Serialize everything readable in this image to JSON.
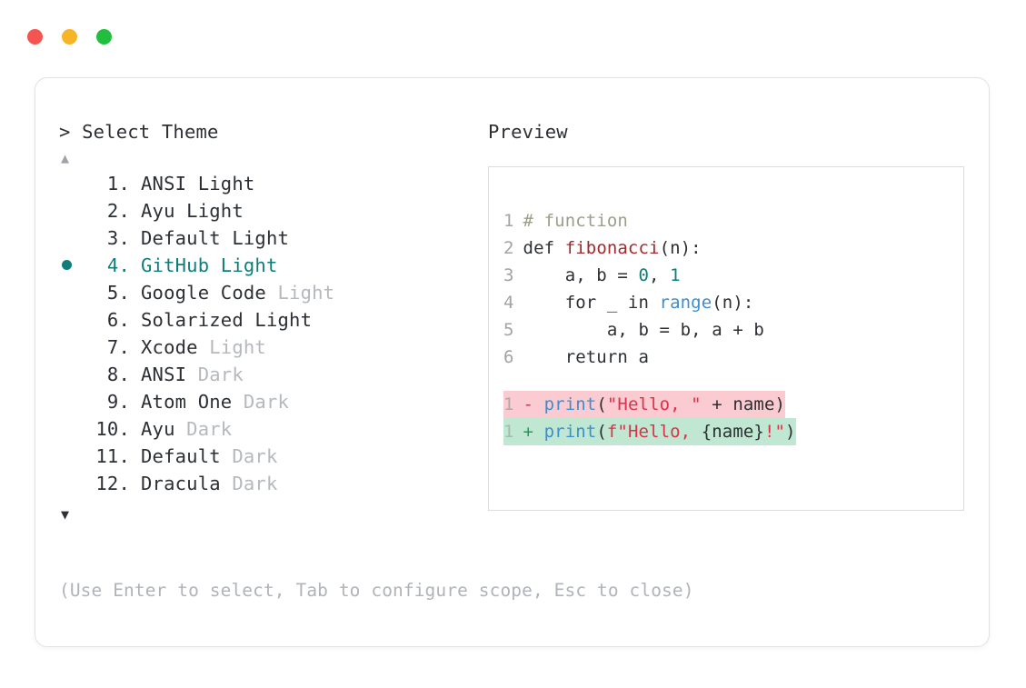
{
  "window": {
    "dots": [
      {
        "name": "close-dot",
        "color": "#f4554f"
      },
      {
        "name": "minimize-dot",
        "color": "#f6b527"
      },
      {
        "name": "maximize-dot",
        "color": "#22bf3f"
      }
    ]
  },
  "left": {
    "prompt": "> Select Theme",
    "scroll_up_glyph": "▲",
    "scroll_down_glyph": "▼",
    "selected_index": 4,
    "accent_color": "#0f7d7a",
    "muted_color": "#b5b8bd",
    "items": [
      {
        "number": " 1.",
        "name": "ANSI Light",
        "suffix": "",
        "suffix_inline": true,
        "selected": false
      },
      {
        "number": " 2.",
        "name": "Ayu Light",
        "suffix": "",
        "suffix_inline": true,
        "selected": false
      },
      {
        "number": " 3.",
        "name": "Default Light",
        "suffix": "",
        "suffix_inline": true,
        "selected": false
      },
      {
        "number": " 4.",
        "name": "GitHub Light",
        "suffix": "",
        "suffix_inline": true,
        "selected": true
      },
      {
        "number": " 5.",
        "name": "Google Code",
        "suffix": "Light",
        "suffix_inline": false,
        "selected": false
      },
      {
        "number": " 6.",
        "name": "Solarized Light",
        "suffix": "",
        "suffix_inline": true,
        "selected": false
      },
      {
        "number": " 7.",
        "name": "Xcode",
        "suffix": "Light",
        "suffix_inline": false,
        "selected": false
      },
      {
        "number": " 8.",
        "name": "ANSI",
        "suffix": "Dark",
        "suffix_inline": false,
        "selected": false
      },
      {
        "number": " 9.",
        "name": "Atom One",
        "suffix": "Dark",
        "suffix_inline": false,
        "selected": false
      },
      {
        "number": "10.",
        "name": "Ayu",
        "suffix": "Dark",
        "suffix_inline": false,
        "selected": false
      },
      {
        "number": "11.",
        "name": "Default",
        "suffix": "Dark",
        "suffix_inline": false,
        "selected": false
      },
      {
        "number": "12.",
        "name": "Dracula",
        "suffix": "Dark",
        "suffix_inline": false,
        "selected": false
      }
    ]
  },
  "hint": "(Use Enter to select, Tab to configure scope, Esc to close)",
  "right": {
    "label": "Preview",
    "code_lines": [
      {
        "ln": "1",
        "tokens": [
          {
            "t": " # function",
            "c": "comment"
          }
        ]
      },
      {
        "ln": "2",
        "tokens": [
          {
            "t": " def ",
            "c": "kw"
          },
          {
            "t": "fibonacci",
            "c": "fn"
          },
          {
            "t": "(n):",
            "c": "plain"
          }
        ]
      },
      {
        "ln": "3",
        "tokens": [
          {
            "t": "     a, b = ",
            "c": "plain"
          },
          {
            "t": "0",
            "c": "num"
          },
          {
            "t": ", ",
            "c": "plain"
          },
          {
            "t": "1",
            "c": "num"
          }
        ]
      },
      {
        "ln": "4",
        "tokens": [
          {
            "t": "     for _ in ",
            "c": "plain"
          },
          {
            "t": "range",
            "c": "builtin"
          },
          {
            "t": "(n):",
            "c": "plain"
          }
        ]
      },
      {
        "ln": "5",
        "tokens": [
          {
            "t": "         a, b = b, a + b",
            "c": "plain"
          }
        ]
      },
      {
        "ln": "6",
        "tokens": [
          {
            "t": "     return a",
            "c": "plain"
          }
        ]
      }
    ],
    "diff_lines": [
      {
        "ln": "1",
        "kind": "del",
        "sign": " - ",
        "bg": "#facbd0",
        "tokens": [
          {
            "t": "print",
            "c": "builtin"
          },
          {
            "t": "(",
            "c": "plain"
          },
          {
            "t": "\"Hello, \"",
            "c": "str"
          },
          {
            "t": " + name)",
            "c": "plain"
          }
        ]
      },
      {
        "ln": "1",
        "kind": "add",
        "sign": " + ",
        "bg": "#bfe7d2",
        "tokens": [
          {
            "t": "print",
            "c": "builtin"
          },
          {
            "t": "(",
            "c": "plain"
          },
          {
            "t": "f\"Hello, ",
            "c": "str"
          },
          {
            "t": "{name}",
            "c": "plain"
          },
          {
            "t": "!\"",
            "c": "str"
          },
          {
            "t": ")",
            "c": "plain"
          }
        ]
      }
    ]
  }
}
